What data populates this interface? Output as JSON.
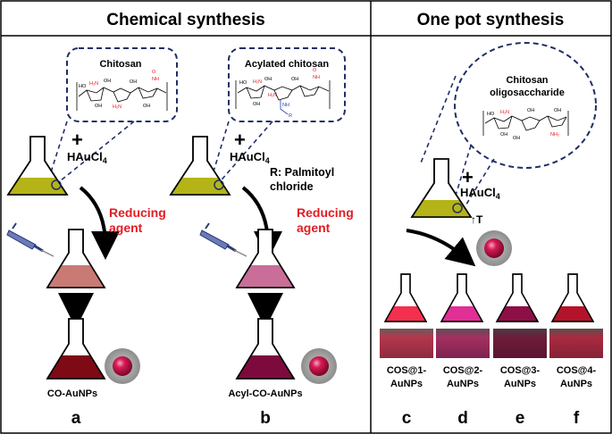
{
  "headers": {
    "left": "Chemical synthesis",
    "right": "One pot synthesis"
  },
  "molecules": {
    "chitosan": "Chitosan",
    "acylated": "Acylated chitosan",
    "cos_line1": "Chitosan",
    "cos_line2": "oligosaccharide",
    "oh": "OH",
    "ho": "HO",
    "nh2": "NH₂",
    "h2n": "H₂N",
    "nh": "NH",
    "o": "O",
    "r": "R"
  },
  "reagent": {
    "plus": "+",
    "haucl4": "HAuCl",
    "haucl4_sub": "4"
  },
  "reducing_agent": {
    "line1": "Reducing",
    "line2": "agent"
  },
  "r_note": {
    "line1": "R: Palmitoyl",
    "line2": "chloride"
  },
  "heat_label": "↑T",
  "products": {
    "a": "CO-AuNPs",
    "b": "Acyl-CO-AuNPs",
    "c": [
      "COS@1-",
      "AuNPs"
    ],
    "d": [
      "COS@2-",
      "AuNPs"
    ],
    "e": [
      "COS@3-",
      "AuNPs"
    ],
    "f": [
      "COS@4-",
      "AuNPs"
    ]
  },
  "panel_letters": [
    "a",
    "b",
    "c",
    "d",
    "e",
    "f"
  ],
  "colors": {
    "initial_solution": "#b4b418",
    "reduced_solution_a": "#c97a74",
    "reduced_solution_b": "#c86e98",
    "final_a": "#7d0a14",
    "final_b": "#7d0a3c",
    "cos1": "#f4304e",
    "cos2": "#e22f95",
    "cos3": "#8c1046",
    "cos4": "#b4142a",
    "red_text": "#e21c23",
    "callout": "#1f2f66",
    "nanoparticle": "#d21a52"
  }
}
